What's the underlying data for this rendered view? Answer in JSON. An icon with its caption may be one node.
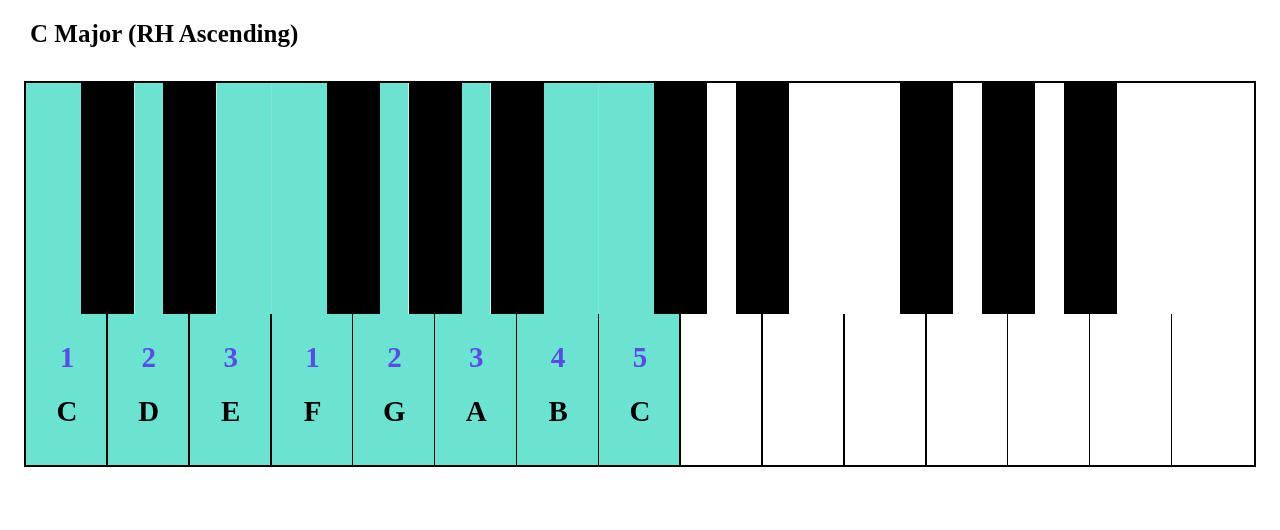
{
  "diagram": {
    "title": "C Major (RH Ascending)",
    "nodes": [
      {
        "text": [
          "1",
          "C"
        ]
      },
      {
        "text": [
          "2",
          "D"
        ]
      },
      {
        "text": [
          "3",
          "E"
        ]
      },
      {
        "text": [
          "1",
          "F"
        ]
      },
      {
        "text": [
          "2",
          "G"
        ]
      },
      {
        "text": [
          "3",
          "A"
        ]
      },
      {
        "text": [
          "4",
          "B"
        ]
      },
      {
        "text": [
          "5",
          "C"
        ]
      },
      {
        "text": [],
        "shape": "key"
      },
      {
        "text": [],
        "shape": "key"
      },
      {
        "text": [],
        "shape": "key"
      },
      {
        "text": [],
        "shape": "key"
      },
      {
        "text": [],
        "shape": "key"
      },
      {
        "text": [],
        "shape": "key"
      },
      {
        "text": [],
        "shape": "key"
      },
      {
        "text": [],
        "shape": "bar"
      },
      {
        "text": [],
        "shape": "bar"
      },
      {
        "text": [],
        "shape": "bar"
      },
      {
        "text": [],
        "shape": "bar"
      },
      {
        "text": [],
        "shape": "bar"
      },
      {
        "text": [],
        "shape": "bar"
      },
      {
        "text": [],
        "shape": "bar"
      },
      {
        "text": [],
        "shape": "bar"
      },
      {
        "text": [],
        "shape": "bar"
      },
      {
        "text": [],
        "shape": "bar"
      }
    ],
    "edges": []
  }
}
